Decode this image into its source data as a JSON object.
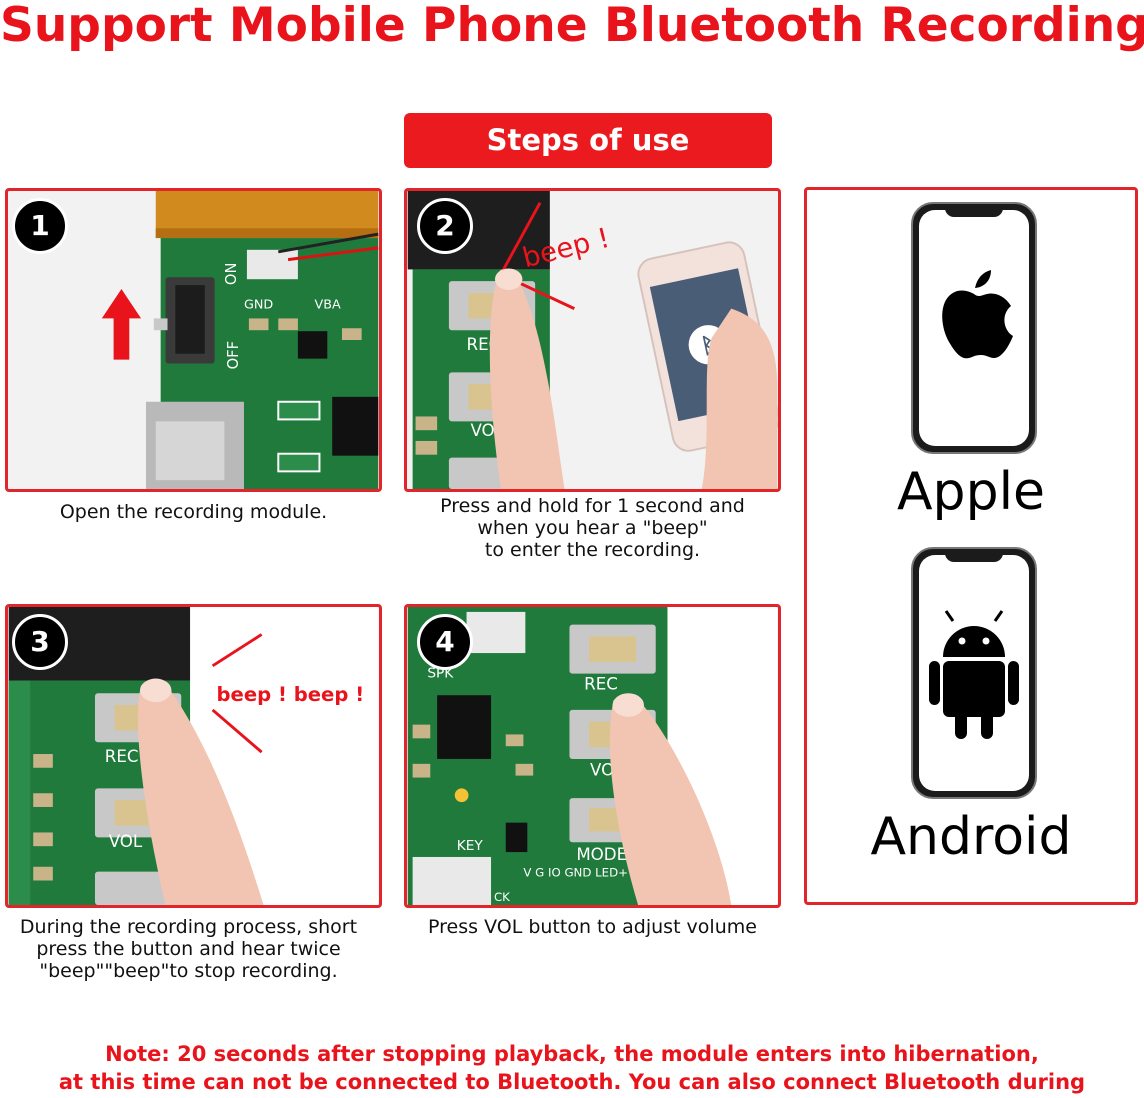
{
  "header": {
    "title": "Support Mobile Phone Bluetooth Recording",
    "steps_label": "Steps of use"
  },
  "steps": [
    {
      "number": "1",
      "caption": "Open the recording module.",
      "labels": [
        "ON",
        "OFF",
        "GND",
        "VBA"
      ]
    },
    {
      "number": "2",
      "caption": "Press and hold for 1 second and\nwhen you hear a \"beep\"\nto enter the recording.",
      "sound": "beep !",
      "labels": [
        "REC",
        "VOL"
      ]
    },
    {
      "number": "3",
      "caption": "During the recording process, short\npress the button and hear twice\n\"beep\"\"beep\"to stop recording.",
      "sound": "beep ! beep !",
      "labels": [
        "REC",
        "VOL"
      ]
    },
    {
      "number": "4",
      "caption": "Press VOL button to adjust volume",
      "labels": [
        "REC",
        "VOL",
        "MODE",
        "KEY",
        "SPK",
        "V  G  IO  GND LED+",
        "CK"
      ]
    }
  ],
  "platforms": [
    {
      "name": "Apple",
      "icon": "apple-icon"
    },
    {
      "name": "Android",
      "icon": "android-icon"
    }
  ],
  "note": {
    "text": "Note: 20 seconds after stopping playback, the module enters into hibernation,\nat this time can not be connected to Bluetooth. You can also connect Bluetooth during playback."
  },
  "colors": {
    "accent": "#e8131b",
    "pcb": "#1f7a3c",
    "button_core": "#d9c48f"
  }
}
